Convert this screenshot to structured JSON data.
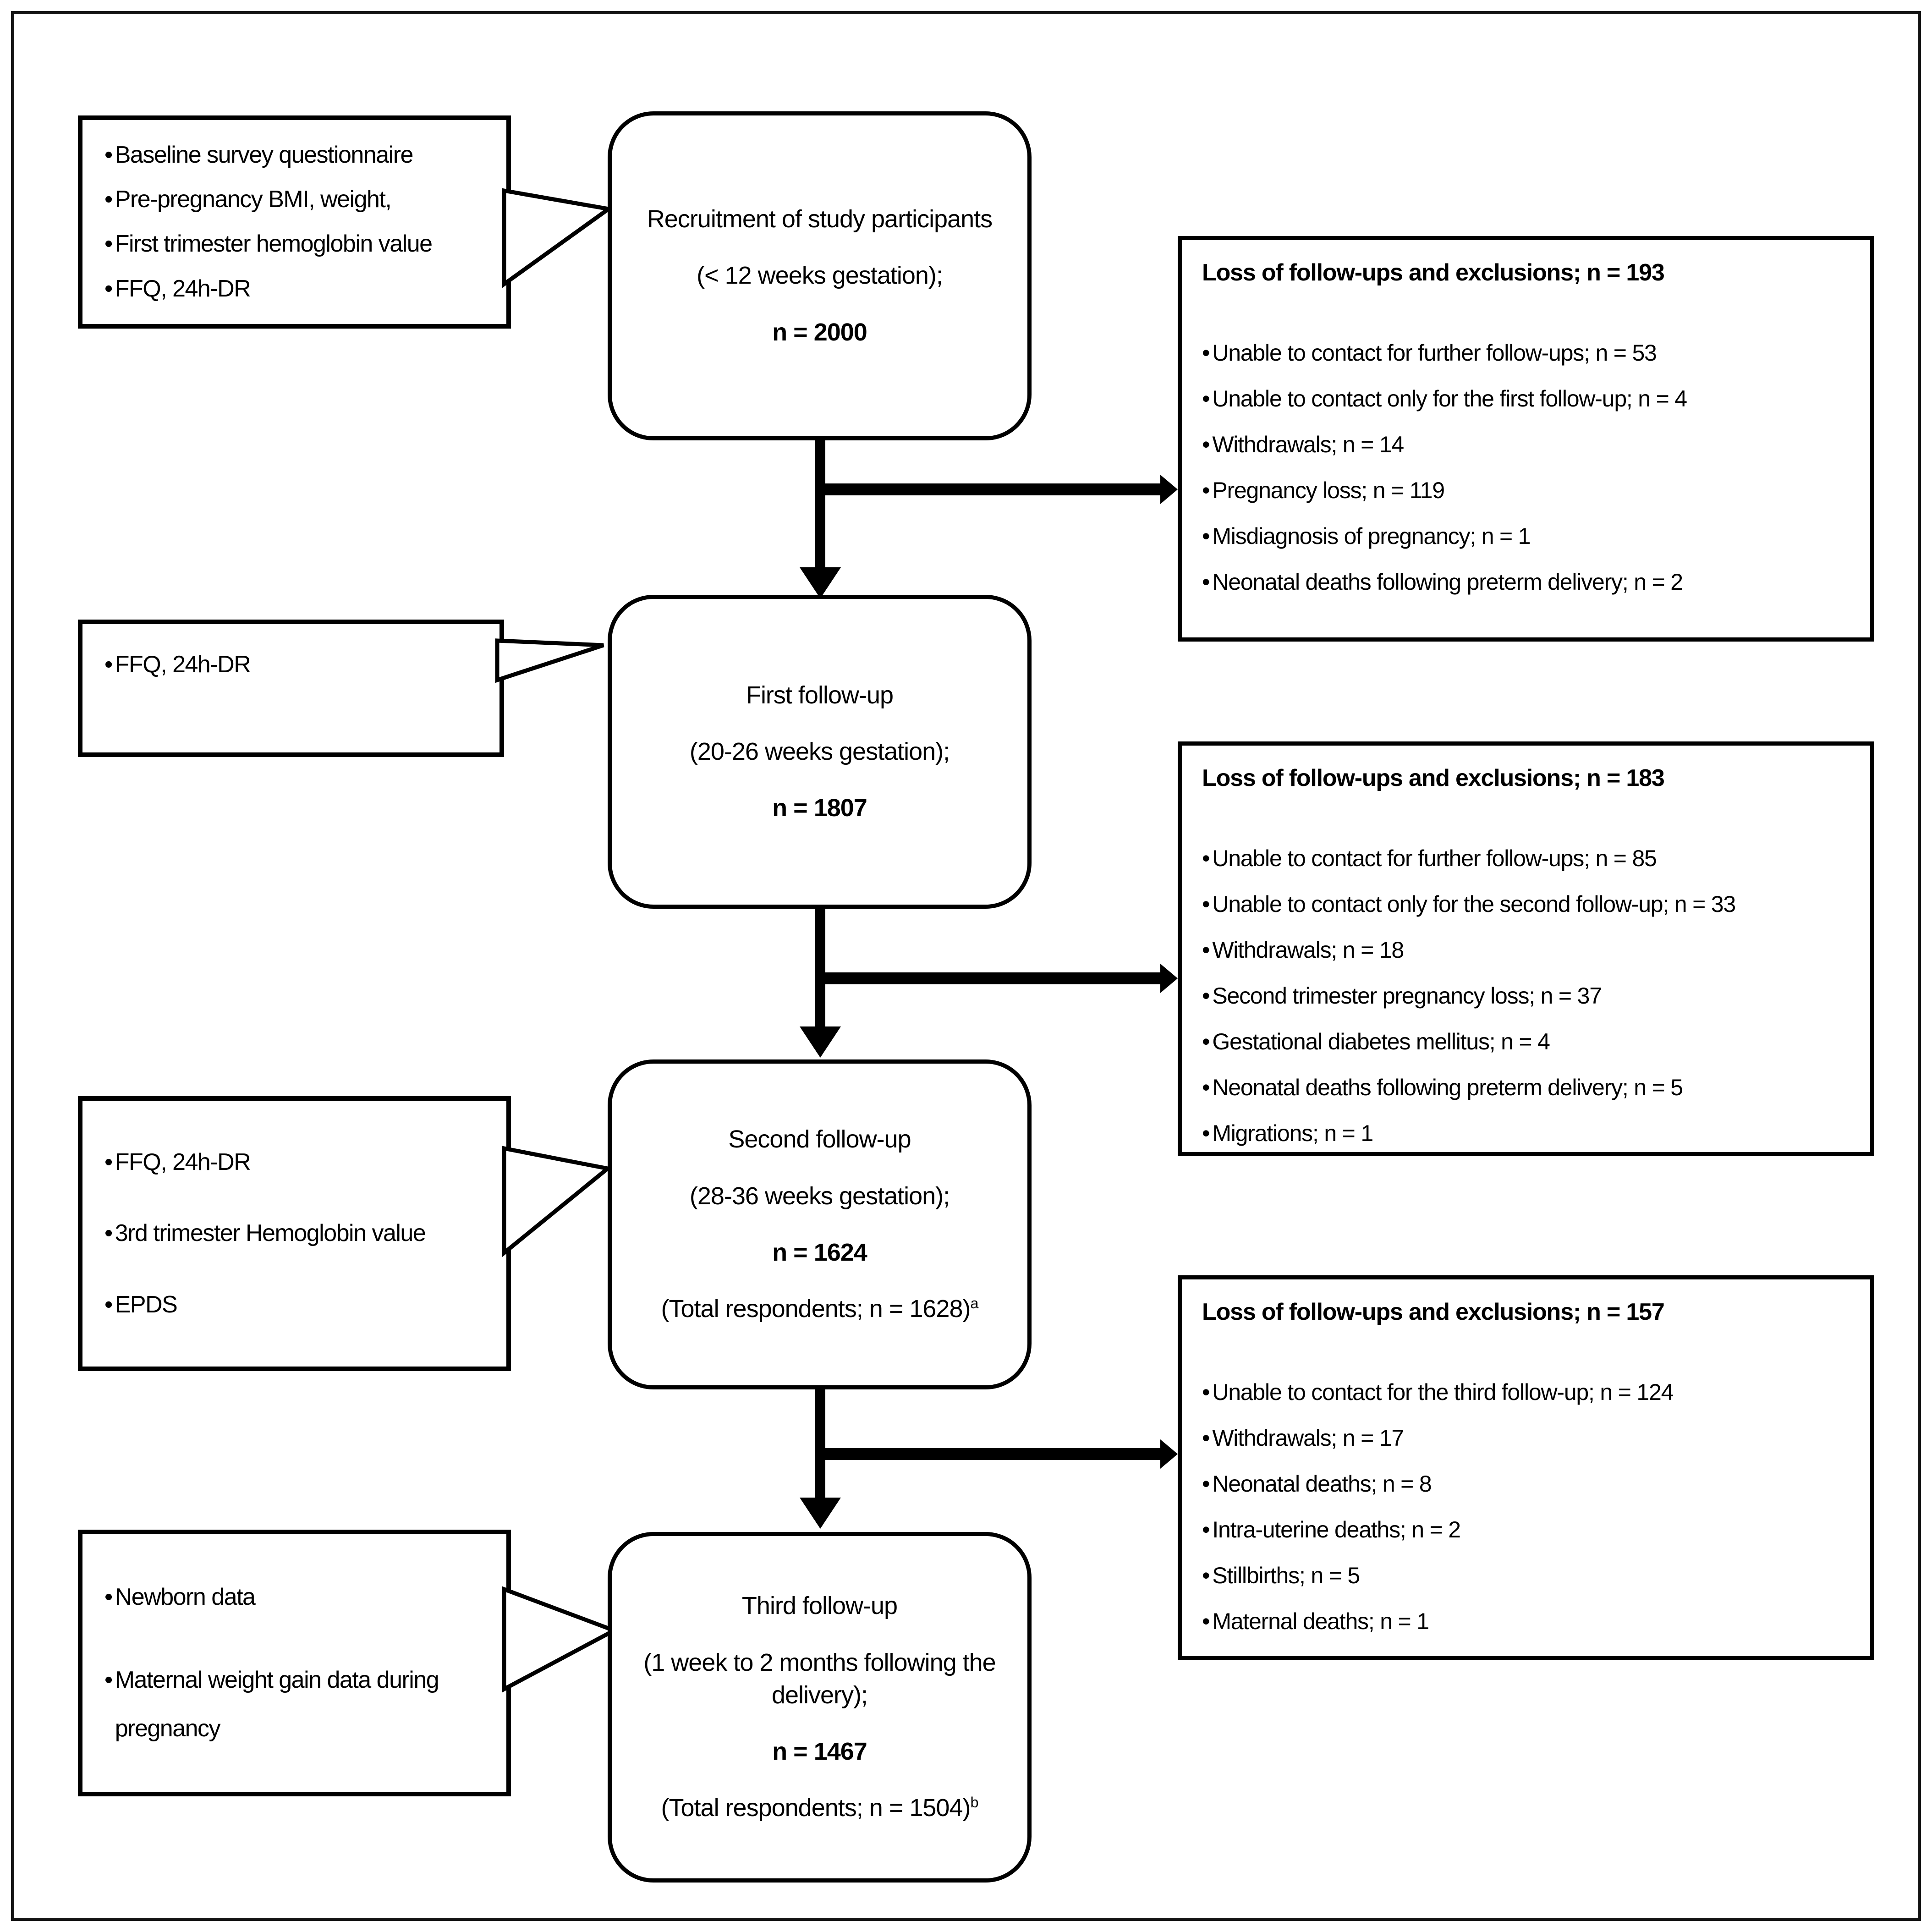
{
  "figure": {
    "bullet": "•",
    "left_notes": [
      {
        "items": [
          "Baseline survey questionnaire",
          "Pre-pregnancy BMI, weight,",
          "First trimester hemoglobin value",
          "FFQ, 24h-DR"
        ]
      },
      {
        "items": [
          "FFQ, 24h-DR"
        ]
      },
      {
        "items": [
          "FFQ, 24h-DR",
          "3rd trimester Hemoglobin value",
          "EPDS"
        ]
      },
      {
        "items": [
          "Newborn data",
          "Maternal weight gain data during pregnancy"
        ]
      }
    ],
    "stages": [
      {
        "title": "Recruitment of study participants",
        "subtitle": "(< 12 weeks gestation);",
        "n": "n = 2000"
      },
      {
        "title": "First follow-up",
        "subtitle": "(20-26 weeks gestation);",
        "n": "n = 1807"
      },
      {
        "title": "Second follow-up",
        "subtitle": "(28-36 weeks gestation);",
        "n": "n = 1624",
        "total": "(Total respondents;  n = 1628)",
        "total_sup": "a"
      },
      {
        "title": "Third follow-up",
        "subtitle": "(1 week to 2 months  following the delivery);",
        "n": "n  = 1467",
        "total": "(Total respondents;  n = 1504)",
        "total_sup": "b"
      }
    ],
    "exclusions": [
      {
        "heading": "Loss of follow-ups and exclusions; n = 193",
        "items": [
          "Unable to contact for further follow-ups;  n = 53",
          "Unable to contact only for the first follow-up;  n = 4",
          "Withdrawals; n = 14",
          "Pregnancy loss;  n = 119",
          "Misdiagnosis of pregnancy; n = 1",
          "Neonatal deaths following preterm delivery; n = 2"
        ]
      },
      {
        "heading": "Loss of follow-ups and exclusions; n = 183",
        "items": [
          "Unable to contact for further follow-ups; n = 85",
          "Unable to contact only for the second follow-up; n = 33",
          "Withdrawals; n = 18",
          "Second trimester pregnancy loss; n = 37",
          "Gestational diabetes mellitus; n = 4",
          "Neonatal deaths following preterm delivery; n = 5",
          "Migrations; n = 1"
        ]
      },
      {
        "heading": "Loss of follow-ups and exclusions; n = 157",
        "items": [
          "Unable to contact for the third follow-up; n = 124",
          "Withdrawals; n = 17",
          "Neonatal deaths; n = 8",
          "Intra-uterine deaths; n = 2",
          "Stillbirths; n = 5",
          "Maternal deaths; n = 1"
        ]
      }
    ]
  }
}
